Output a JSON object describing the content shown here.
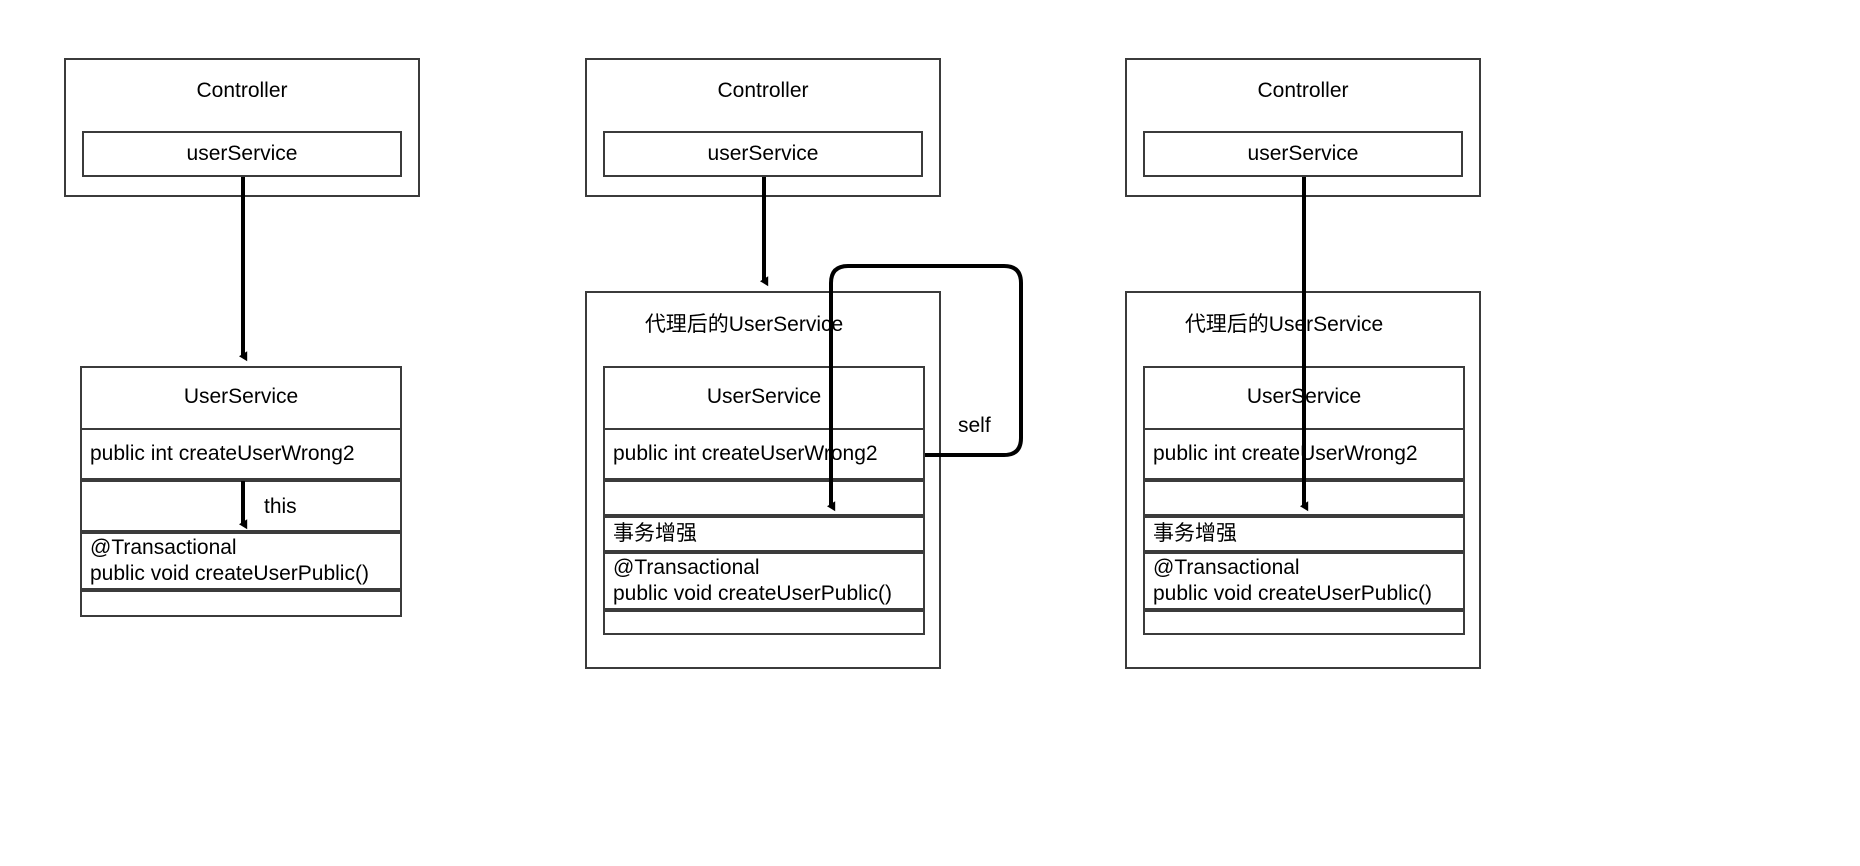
{
  "diagram": {
    "type": "uml-like-class-diagram",
    "description": "Three panels comparing Spring @Transactional self-invocation: direct this call, self-injected proxy call, and external proxy call",
    "stroke_color": "#3b3b3b",
    "arrow_color": "#000000",
    "background": "#ffffff"
  },
  "labels": {
    "controller": "Controller",
    "user_service_field": "userService",
    "user_service": "UserService",
    "proxied_user_service": "代理后的UserService",
    "create_user_wrong2": "public int createUserWrong2",
    "transaction_enhance": "事务增强",
    "transactional_annotation": "@Transactional",
    "create_user_public": "public void createUserPublic()",
    "edge_this": "this",
    "edge_self": "self"
  },
  "panels": [
    {
      "id": "panel-1",
      "name": "direct-this-call",
      "controller": {
        "title": "Controller",
        "field": "userService"
      },
      "service": {
        "title": "UserService",
        "rows": [
          "public int createUserWrong2",
          "",
          "@Transactional\npublic void createUserPublic()",
          ""
        ]
      },
      "edges": [
        {
          "from": "controller.userService",
          "to": "UserService",
          "label": ""
        },
        {
          "from": "createUserWrong2",
          "to": "createUserPublic",
          "label": "this"
        }
      ]
    },
    {
      "id": "panel-2",
      "name": "self-injected-proxy-call",
      "controller": {
        "title": "Controller",
        "field": "userService"
      },
      "proxy": {
        "title": "代理后的UserService"
      },
      "service": {
        "title": "UserService",
        "rows": [
          "public int createUserWrong2",
          "",
          "事务增强",
          "@Transactional\npublic void createUserPublic()",
          ""
        ]
      },
      "edges": [
        {
          "from": "controller.userService",
          "to": "代理后的UserService",
          "label": ""
        },
        {
          "from": "createUserWrong2",
          "to": "事务增强",
          "label": "self"
        }
      ]
    },
    {
      "id": "panel-3",
      "name": "external-proxy-call",
      "controller": {
        "title": "Controller",
        "field": "userService"
      },
      "proxy": {
        "title": "代理后的UserService"
      },
      "service": {
        "title": "UserService",
        "rows": [
          "public int createUserWrong2",
          "",
          "事务增强",
          "@Transactional\npublic void createUserPublic()",
          ""
        ]
      },
      "edges": [
        {
          "from": "controller.userService",
          "to": "事务增强",
          "label": ""
        }
      ]
    }
  ]
}
